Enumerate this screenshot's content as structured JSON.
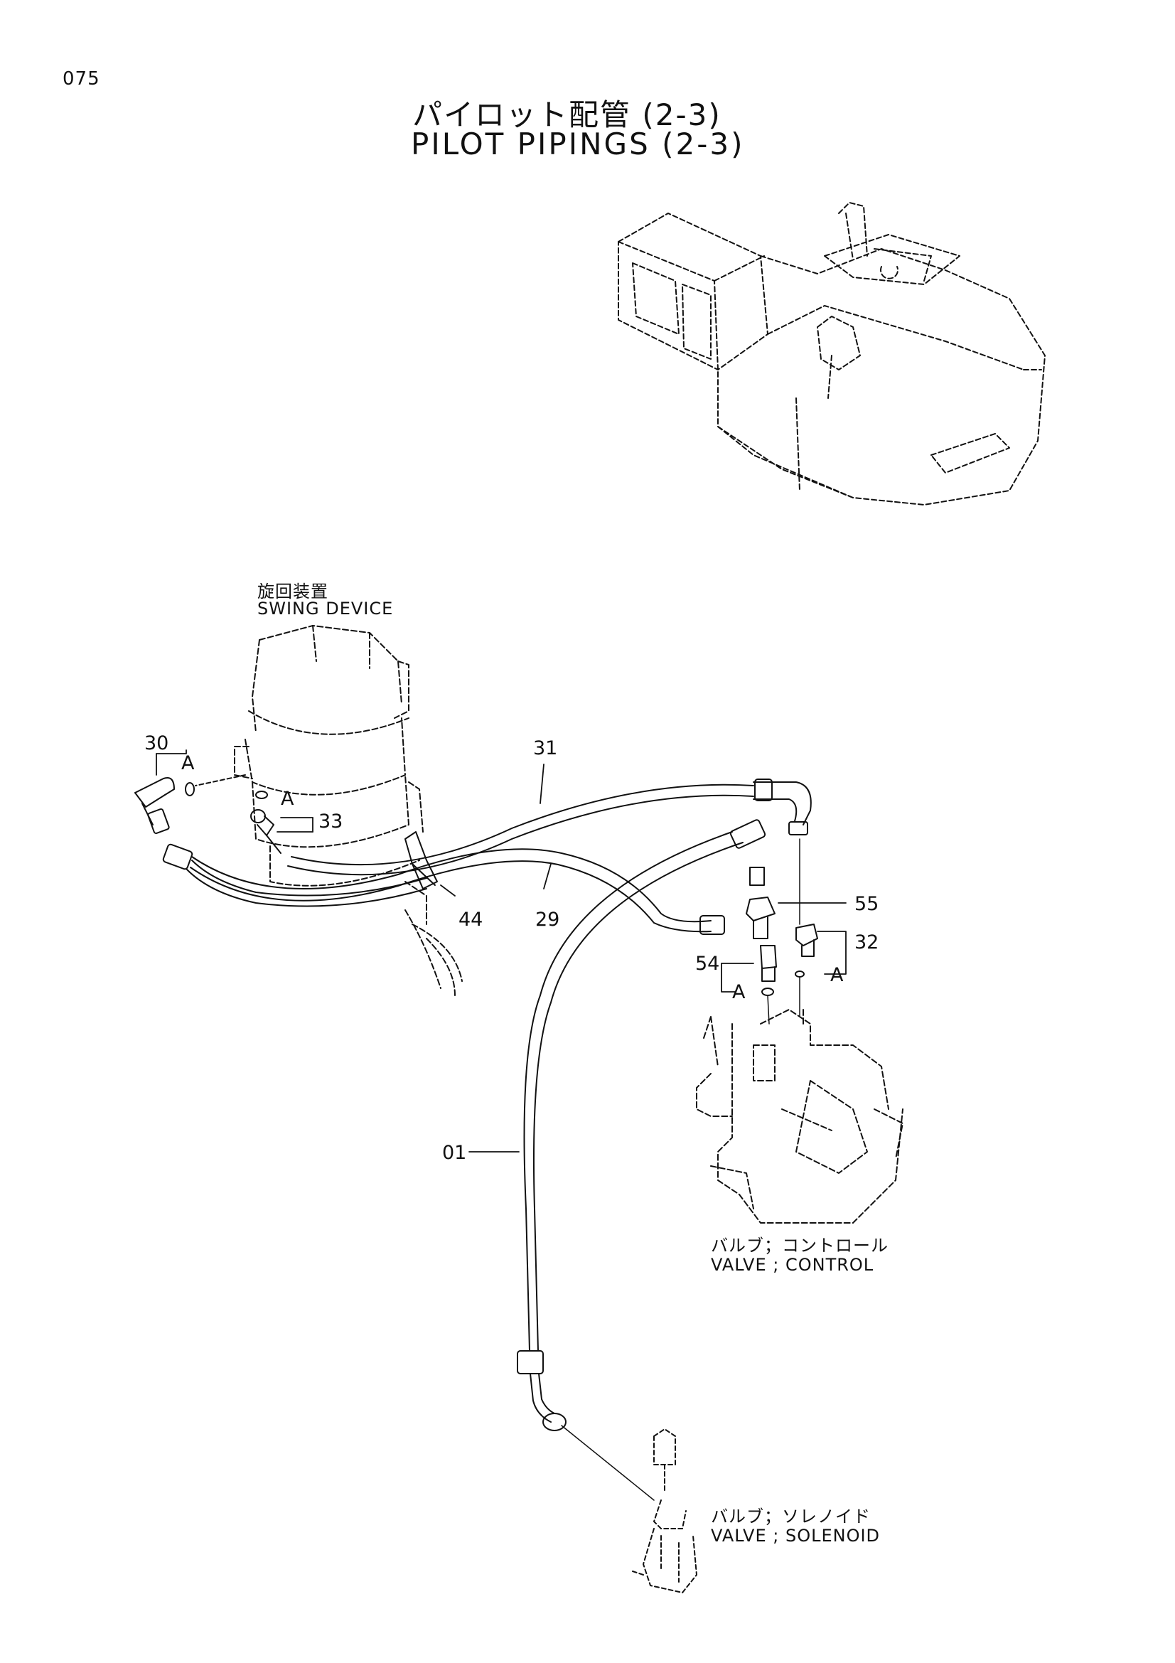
{
  "page_number": "075",
  "title_jp": "パイロット配管  (2-3)",
  "title_en": "PILOT PIPINGS (2-3)",
  "components": {
    "swing_device": {
      "jp": "旋回装置",
      "en": "SWING DEVICE"
    },
    "control_valve": {
      "jp": "バルブ；コントロール",
      "en": "VALVE ; CONTROL"
    },
    "solenoid_valve": {
      "jp": "バルブ；ソレノイド",
      "en": "VALVE ; SOLENOID"
    }
  },
  "callouts": {
    "p30": "30",
    "p31": "31",
    "p33": "33",
    "p44": "44",
    "p29": "29",
    "p55": "55",
    "p32": "32",
    "p54": "54",
    "p01": "01",
    "detail_a": "A"
  }
}
